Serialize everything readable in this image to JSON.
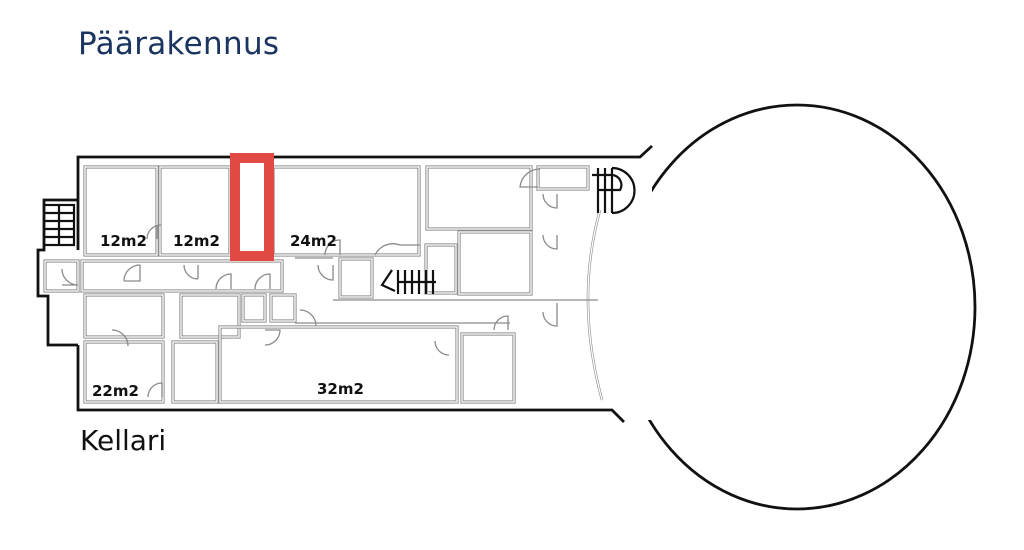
{
  "header": {
    "title": "Päärakennus"
  },
  "floor": {
    "label": "Kellari"
  },
  "rooms": [
    {
      "label": "12m2"
    },
    {
      "label": "12m2"
    },
    {
      "label": "24m2"
    },
    {
      "label": "22m2"
    },
    {
      "label": "32m2"
    }
  ],
  "highlight": {
    "color": "#e04a42"
  }
}
